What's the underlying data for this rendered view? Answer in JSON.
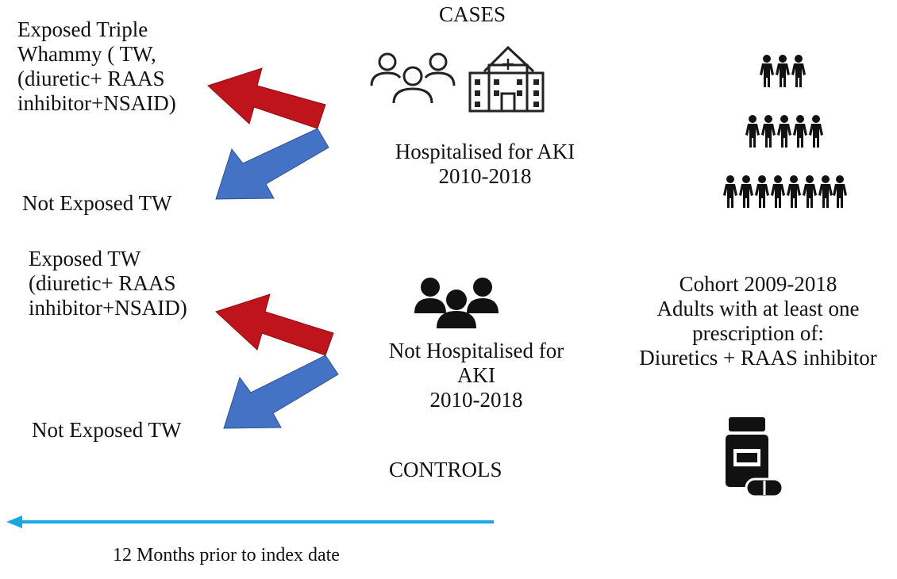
{
  "cases": {
    "heading": "CASES",
    "group_label": [
      "Hospitalised for AKI",
      "2010-2018"
    ],
    "exposed": [
      "Exposed Triple",
      "Whammy ( TW,",
      "(diuretic+ RAAS",
      "inhibitor+NSAID)"
    ],
    "not_exposed": "Not Exposed TW"
  },
  "controls": {
    "heading": "CONTROLS",
    "group_label": [
      "Not Hospitalised for",
      "AKI",
      "2010-2018"
    ],
    "exposed": [
      "Exposed TW",
      "(diuretic+ RAAS",
      "inhibitor+NSAID)"
    ],
    "not_exposed": "Not Exposed TW"
  },
  "cohort": {
    "lines": [
      "Cohort 2009-2018",
      "Adults with at least  one",
      "prescription  of:",
      "Diuretics + RAAS inhibitor"
    ]
  },
  "timeline": {
    "label": "12  Months prior to index date"
  },
  "icons": [
    "people-outline-icon",
    "hospital-icon",
    "people-group-icon",
    "crowd-pyramid-icon",
    "pill-bottle-icon"
  ],
  "colors": {
    "exposed_arrow": "#c0141c",
    "not_exposed_arrow": "#4472c4",
    "timeline_arrow": "#1ba7e0"
  }
}
